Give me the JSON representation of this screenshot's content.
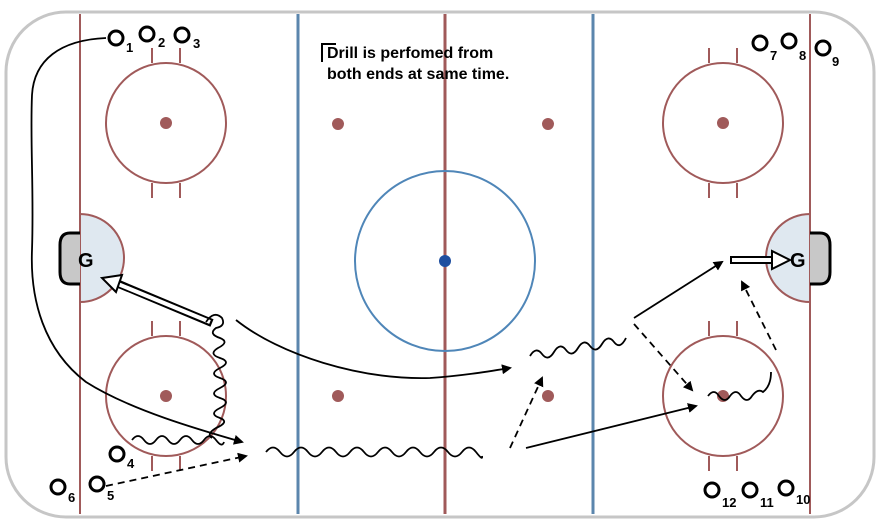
{
  "note": {
    "line1": "Drill is perfomed from",
    "line2": "both ends at same time."
  },
  "goalies": {
    "left": "G",
    "right": "G"
  },
  "players": [
    {
      "id": "p1",
      "label": "1"
    },
    {
      "id": "p2",
      "label": "2"
    },
    {
      "id": "p3",
      "label": "3"
    },
    {
      "id": "p4",
      "label": "4"
    },
    {
      "id": "p5",
      "label": "5"
    },
    {
      "id": "p6",
      "label": "6"
    },
    {
      "id": "p7",
      "label": "7"
    },
    {
      "id": "p8",
      "label": "8"
    },
    {
      "id": "p9",
      "label": "9"
    },
    {
      "id": "p10",
      "label": "10"
    },
    {
      "id": "p11",
      "label": "11"
    },
    {
      "id": "p12",
      "label": "12"
    }
  ],
  "colors": {
    "rink_line_red": "#a05a5a",
    "blue_line": "#5b86ad",
    "center_circle": "#4f86b8",
    "center_dot": "#1f4fa0",
    "crease": "#dfe8f0",
    "goal": "#c8c8c8",
    "ink": "#000000"
  }
}
